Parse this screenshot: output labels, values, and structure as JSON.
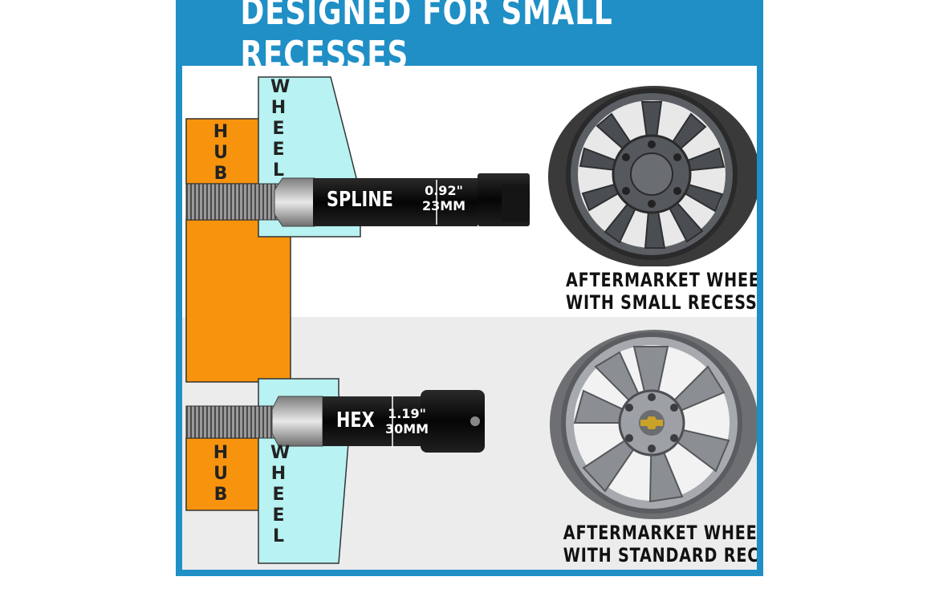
{
  "title": "DESIGNED FOR SMALL RECESSES",
  "top_diagram": {
    "hub_label": "HUB",
    "wheel_label": "WHEEL",
    "lug_type": "SPLINE",
    "size_in": "0.92\"",
    "size_mm": "23MM"
  },
  "bottom_diagram": {
    "hub_label": "HUB",
    "wheel_label": "WHEEL",
    "lug_type": "HEX",
    "size_in": "1.19\"",
    "size_mm": "30MM"
  },
  "top_wheel": {
    "caption_line1": "AFTERMARKET WHEEL",
    "caption_line2": "WITH SMALL RECESS"
  },
  "bottom_wheel": {
    "caption_line1": "AFTERMARKET WHEEL",
    "caption_line2": "WITH STANDARD RECESS"
  },
  "colors": {
    "frame": "#1f8fc6",
    "hub": "#f7930d",
    "wheel": "#b8f2f2",
    "lug": "#111111"
  }
}
